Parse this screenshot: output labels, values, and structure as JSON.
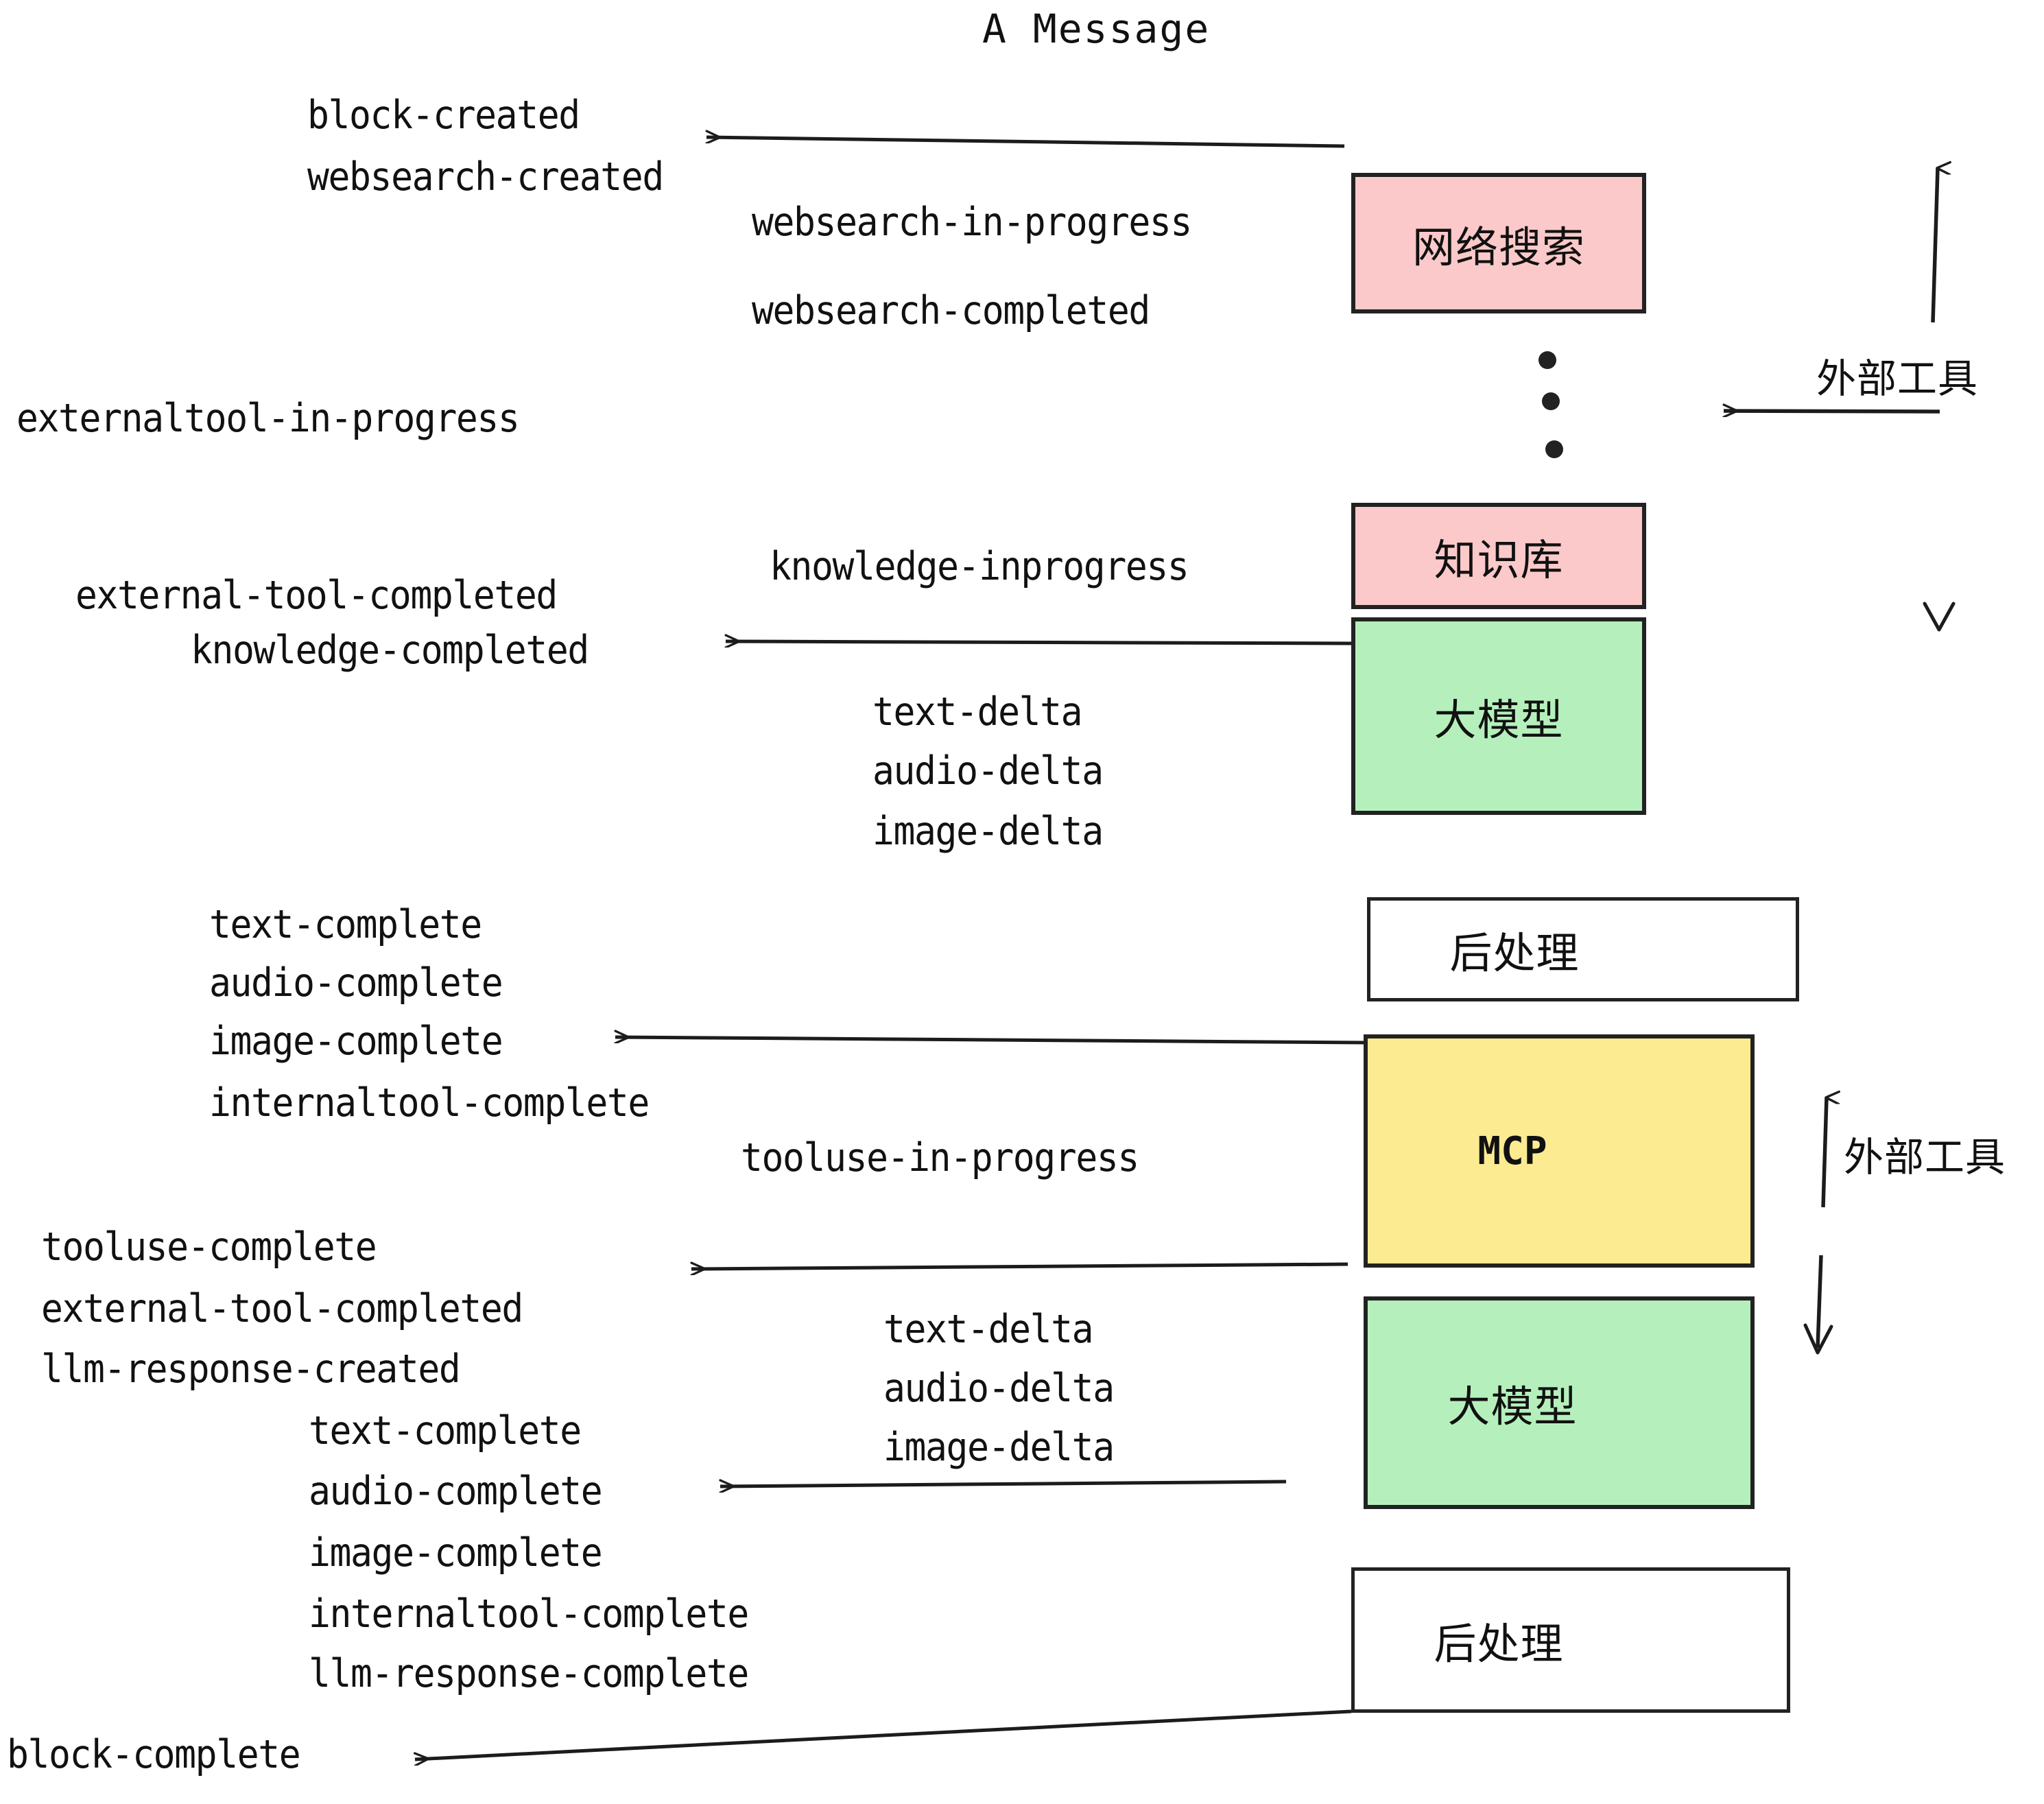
{
  "title": "A Message",
  "colors": {
    "pink": "#FBC9C9",
    "green": "#B5F0BC",
    "yellow": "#FCEB91",
    "white": "#FFFFFF",
    "stroke": "#222222",
    "text": "#111111",
    "background": "#FFFFFF"
  },
  "boxes": [
    {
      "label": "网络搜索",
      "fill": "pink",
      "name": "web-search"
    },
    {
      "label": "知识库",
      "fill": "pink",
      "name": "knowledge-base"
    },
    {
      "label": "大模型",
      "fill": "green",
      "name": "llm-1"
    },
    {
      "label": "后处理",
      "fill": "white",
      "name": "postprocess-1"
    },
    {
      "label": "MCP",
      "fill": "yellow",
      "name": "mcp"
    },
    {
      "label": "大模型",
      "fill": "green",
      "name": "llm-2"
    },
    {
      "label": "后处理",
      "fill": "white",
      "name": "postprocess-2"
    }
  ],
  "side_labels": [
    {
      "text": "外部工具",
      "name": "external-tool-bracket-top"
    },
    {
      "text": "外部工具",
      "name": "external-tool-bracket-bottom"
    }
  ],
  "events": {
    "block_created": "block-created",
    "websearch_created": "websearch-created",
    "websearch_in_progress": "websearch-in-progress",
    "websearch_completed": "websearch-completed",
    "externaltool_in_progress": "externaltool-in-progress",
    "knowledge_inprogress": "knowledge-inprogress",
    "external_tool_completed_1": "external-tool-completed",
    "knowledge_completed": "knowledge-completed",
    "text_delta_1": "text-delta",
    "audio_delta_1": "audio-delta",
    "image_delta_1": "image-delta",
    "text_complete_1": "text-complete",
    "audio_complete_1": "audio-complete",
    "image_complete_1": "image-complete",
    "internaltool_complete_1": "internaltool-complete",
    "tooluse_in_progress": "tooluse-in-progress",
    "tooluse_complete": "tooluse-complete",
    "external_tool_completed_2": "external-tool-completed",
    "llm_response_created": "llm-response-created",
    "text_delta_2": "text-delta",
    "audio_delta_2": "audio-delta",
    "image_delta_2": "image-delta",
    "text_complete_2": "text-complete",
    "audio_complete_2": "audio-complete",
    "image_complete_2": "image-complete",
    "internaltool_complete_2": "internaltool-complete",
    "llm_response_complete": "llm-response-complete",
    "block_complete": "block-complete"
  }
}
